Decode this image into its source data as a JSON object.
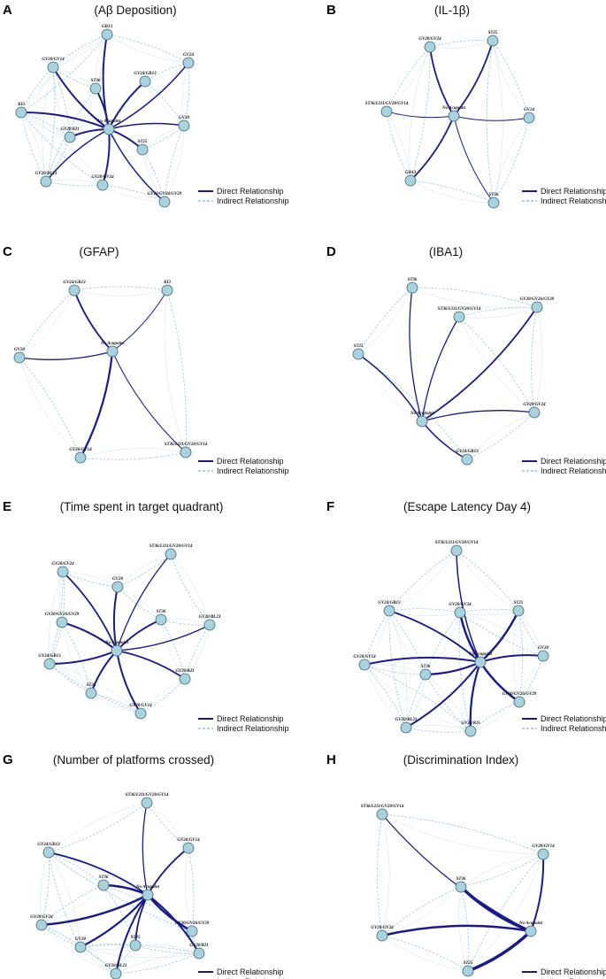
{
  "colors": {
    "direct": "#1a1a8c",
    "indirect": "#8ec3dc",
    "node_fill": "#a8d3de",
    "node_stroke": "#3d6470",
    "panel_label": "#000000"
  },
  "legend": {
    "direct": "Direct Relationship",
    "indirect": "Indirect Relationship"
  },
  "panels": [
    {
      "label": "A",
      "title": "(Aβ Deposition)",
      "nodes": [
        {
          "id": "GB13",
          "label": "GB13"
        },
        {
          "id": "GV24",
          "label": "GV24"
        },
        {
          "id": "GV20GV14",
          "label": "GV20/GV14"
        },
        {
          "id": "ST36",
          "label": "ST36"
        },
        {
          "id": "GV24GB13",
          "label": "GV24/GB13"
        },
        {
          "id": "KI3",
          "label": "KI3"
        },
        {
          "id": "NoAcu",
          "label": "No Acupoint"
        },
        {
          "id": "GV20",
          "label": "GV20"
        },
        {
          "id": "GV20KI1",
          "label": "GV20/KI1"
        },
        {
          "id": "ST25",
          "label": "ST25"
        },
        {
          "id": "GV20BL23",
          "label": "GV20/BL23"
        },
        {
          "id": "GV20GV24",
          "label": "GV20/GV24"
        },
        {
          "id": "GV20GV26GV29",
          "label": "GV20/GV26/GV29"
        }
      ],
      "direct": [
        [
          "NoAcu",
          "GB13",
          2
        ],
        [
          "NoAcu",
          "GV24",
          1.5
        ],
        [
          "NoAcu",
          "GV20GV14",
          2
        ],
        [
          "NoAcu",
          "ST36",
          2
        ],
        [
          "NoAcu",
          "GV24GB13",
          2
        ],
        [
          "NoAcu",
          "KI3",
          2
        ],
        [
          "NoAcu",
          "GV20",
          1.5
        ],
        [
          "NoAcu",
          "GV20KI1",
          2
        ],
        [
          "NoAcu",
          "ST25",
          2
        ],
        [
          "NoAcu",
          "GV20BL23",
          1.5
        ],
        [
          "NoAcu",
          "GV20GV24",
          2
        ],
        [
          "NoAcu",
          "GV20GV26GV29",
          1.5
        ]
      ],
      "indirect": [
        [
          "GB13",
          "GV24"
        ],
        [
          "GB13",
          "GV20GV14"
        ],
        [
          "GB13",
          "ST36"
        ],
        [
          "GV24",
          "GV24GB13"
        ],
        [
          "GV24",
          "GV20"
        ],
        [
          "GV20GV14",
          "KI3"
        ],
        [
          "GV20GV14",
          "GV20KI1"
        ],
        [
          "GV20GV14",
          "ST36"
        ],
        [
          "KI3",
          "GV20KI1"
        ],
        [
          "KI3",
          "GV20BL23"
        ],
        [
          "GV20KI1",
          "GV20BL23"
        ],
        [
          "GV20BL23",
          "GV20GV24"
        ],
        [
          "GV20GV24",
          "GV20GV26GV29"
        ],
        [
          "GV20",
          "GV20GV26GV29"
        ],
        [
          "ST25",
          "GV20GV26GV29"
        ],
        [
          "ST36",
          "GV20BL23"
        ],
        [
          "GV24GB13",
          "GV20"
        ],
        [
          "ST25",
          "GV20"
        ],
        [
          "GV20GV14",
          "GV20BL23"
        ],
        [
          "KI3",
          "GV20GV24"
        ],
        [
          "GB13",
          "KI3"
        ]
      ]
    },
    {
      "label": "B",
      "title": "(IL-1β)",
      "nodes": [
        {
          "id": "GV20GV24",
          "label": "GV20/GV24"
        },
        {
          "id": "ST25",
          "label": "ST25"
        },
        {
          "id": "ST36L11",
          "label": "ST36/LI11/GV20/GV14"
        },
        {
          "id": "NoAcu",
          "label": "No Acupoint"
        },
        {
          "id": "GV24",
          "label": "GV24"
        },
        {
          "id": "GB13",
          "label": "GB13"
        },
        {
          "id": "ST36",
          "label": "ST36"
        }
      ],
      "direct": [
        [
          "NoAcu",
          "GV20GV24",
          1.8
        ],
        [
          "NoAcu",
          "ST25",
          1.8
        ],
        [
          "NoAcu",
          "ST36L11",
          1
        ],
        [
          "NoAcu",
          "GV24",
          1
        ],
        [
          "NoAcu",
          "GB13",
          1.8
        ],
        [
          "NoAcu",
          "ST36",
          1
        ]
      ],
      "indirect": [
        [
          "GV20GV24",
          "ST25"
        ],
        [
          "GV20GV24",
          "ST36L11"
        ],
        [
          "ST25",
          "GV24"
        ],
        [
          "ST36L11",
          "GB13"
        ],
        [
          "GB13",
          "ST36"
        ],
        [
          "ST36",
          "GV24"
        ],
        [
          "GV20GV24",
          "GB13"
        ],
        [
          "ST25",
          "ST36"
        ]
      ]
    },
    {
      "label": "C",
      "title": "(GFAP)",
      "nodes": [
        {
          "id": "GV24GB13",
          "label": "GV24/GB13"
        },
        {
          "id": "KI3",
          "label": "KI3"
        },
        {
          "id": "NoAcu",
          "label": "No Acupoint"
        },
        {
          "id": "GV20",
          "label": "GV20"
        },
        {
          "id": "ST36L11",
          "label": "ST36/LI11/GV20/GV14"
        },
        {
          "id": "GV20GV14",
          "label": "GV20/GV14"
        }
      ],
      "direct": [
        [
          "NoAcu",
          "GV24GB13",
          1.8
        ],
        [
          "NoAcu",
          "KI3",
          1
        ],
        [
          "NoAcu",
          "GV20",
          1.3
        ],
        [
          "NoAcu",
          "ST36L11",
          1
        ],
        [
          "NoAcu",
          "GV20GV14",
          2.2
        ]
      ],
      "indirect": [
        [
          "GV24GB13",
          "KI3"
        ],
        [
          "GV24GB13",
          "GV20"
        ],
        [
          "GV20",
          "GV20GV14"
        ],
        [
          "GV20GV14",
          "ST36L11"
        ],
        [
          "KI3",
          "ST36L11"
        ]
      ]
    },
    {
      "label": "D",
      "title": "(IBA1)",
      "nodes": [
        {
          "id": "ST36",
          "label": "ST36"
        },
        {
          "id": "GV20GV26GV29",
          "label": "GV20/GV26/GV29"
        },
        {
          "id": "ST36L11",
          "label": "ST36/LI11/GV20/GV14"
        },
        {
          "id": "ST25",
          "label": "ST25"
        },
        {
          "id": "NoAcu",
          "label": "No Acupoint"
        },
        {
          "id": "GV20GV24",
          "label": "GV20/GV24"
        },
        {
          "id": "GV24GB13",
          "label": "GV24/GB13"
        }
      ],
      "direct": [
        [
          "NoAcu",
          "ST36",
          1.3
        ],
        [
          "NoAcu",
          "GV20GV26GV29",
          1.8
        ],
        [
          "NoAcu",
          "ST36L11",
          1.3
        ],
        [
          "NoAcu",
          "ST25",
          1.5
        ],
        [
          "NoAcu",
          "GV20GV24",
          1.3
        ],
        [
          "NoAcu",
          "GV24GB13",
          1.5
        ]
      ],
      "indirect": [
        [
          "ST36",
          "GV20GV26GV29"
        ],
        [
          "ST36",
          "ST25"
        ],
        [
          "ST36L11",
          "GV20GV26GV29"
        ],
        [
          "GV20GV26GV29",
          "GV20GV24"
        ],
        [
          "ST25",
          "GV24GB13"
        ],
        [
          "GV24GB13",
          "GV20GV24"
        ],
        [
          "ST36L11",
          "GV20GV24"
        ]
      ]
    },
    {
      "label": "E",
      "title": "(Time spent in target quadrant)",
      "nodes": [
        {
          "id": "ST36L11",
          "label": "ST36/LI11/GV20/GV14"
        },
        {
          "id": "GV20GV24",
          "label": "GV20/GV24"
        },
        {
          "id": "GV20",
          "label": "GV20"
        },
        {
          "id": "GV20GV26GV29",
          "label": "GV20/GV26/GV29"
        },
        {
          "id": "ST36",
          "label": "ST36"
        },
        {
          "id": "GV20BL23",
          "label": "GV20/BL23"
        },
        {
          "id": "NoAcu",
          "label": "No Acupoint"
        },
        {
          "id": "GV24GB13",
          "label": "GV24/GB13"
        },
        {
          "id": "ST25",
          "label": "ST25"
        },
        {
          "id": "GV20KI1",
          "label": "GV20/KI1"
        },
        {
          "id": "GV20GV14",
          "label": "GV20/GV14"
        }
      ],
      "direct": [
        [
          "NoAcu",
          "ST36L11",
          1.3
        ],
        [
          "NoAcu",
          "GV20GV24",
          1.8
        ],
        [
          "NoAcu",
          "GV20",
          2
        ],
        [
          "NoAcu",
          "GV20GV26GV29",
          2.2
        ],
        [
          "NoAcu",
          "ST36",
          1.8
        ],
        [
          "NoAcu",
          "GV20BL23",
          1.3
        ],
        [
          "NoAcu",
          "GV24GB13",
          2
        ],
        [
          "NoAcu",
          "ST25",
          2
        ],
        [
          "NoAcu",
          "GV20KI1",
          1.8
        ],
        [
          "NoAcu",
          "GV20GV14",
          2
        ]
      ],
      "indirect": [
        [
          "ST36L11",
          "GV20"
        ],
        [
          "ST36L11",
          "GV20BL23"
        ],
        [
          "GV20GV24",
          "GV20GV26GV29"
        ],
        [
          "GV20GV24",
          "GV20"
        ],
        [
          "GV20GV26GV29",
          "GV24GB13"
        ],
        [
          "GV24GB13",
          "ST25"
        ],
        [
          "ST25",
          "GV20GV14"
        ],
        [
          "GV20GV14",
          "GV20KI1"
        ],
        [
          "GV20KI1",
          "GV20BL23"
        ],
        [
          "ST36",
          "GV20BL23"
        ],
        [
          "GV20GV26GV29",
          "ST25"
        ],
        [
          "GV24GB13",
          "GV20GV14"
        ],
        [
          "ST36",
          "GV20KI1"
        ],
        [
          "GV20",
          "ST36"
        ],
        [
          "GV20GV24",
          "GV24GB13"
        ]
      ]
    },
    {
      "label": "F",
      "title": "(Escape Latency Day 4)",
      "nodes": [
        {
          "id": "ST36L11",
          "label": "ST36/LI11/GV20/GV14"
        },
        {
          "id": "GV24GB13",
          "label": "GV24/GB13"
        },
        {
          "id": "GV20GV24",
          "label": "GV20/GV24"
        },
        {
          "id": "ST25",
          "label": "ST25"
        },
        {
          "id": "GV20",
          "label": "GV20"
        },
        {
          "id": "NoAcu",
          "label": "No Acupoint"
        },
        {
          "id": "GV20GV14",
          "label": "GV20/GV14"
        },
        {
          "id": "ST36",
          "label": "ST36"
        },
        {
          "id": "GV20GV26GV29",
          "label": "GV20/GV26/GV29"
        },
        {
          "id": "GV20BL23",
          "label": "GV20/BL23"
        },
        {
          "id": "GV20KI1",
          "label": "GV20/KI1"
        }
      ],
      "direct": [
        [
          "NoAcu",
          "ST36L11",
          1.5
        ],
        [
          "NoAcu",
          "GV24GB13",
          1.8
        ],
        [
          "NoAcu",
          "GV20GV24",
          2.5
        ],
        [
          "NoAcu",
          "ST25",
          2.5
        ],
        [
          "NoAcu",
          "GV20",
          2
        ],
        [
          "NoAcu",
          "GV20GV14",
          2
        ],
        [
          "NoAcu",
          "ST36",
          2.2
        ],
        [
          "NoAcu",
          "GV20GV26GV29",
          2.5
        ],
        [
          "NoAcu",
          "GV20BL23",
          2
        ],
        [
          "NoAcu",
          "GV20KI1",
          2.2
        ]
      ],
      "indirect": [
        [
          "GV24GB13",
          "GV20GV24"
        ],
        [
          "GV24GB13",
          "GV20GV14"
        ],
        [
          "GV20GV14",
          "GV20BL23"
        ],
        [
          "GV20BL23",
          "GV20KI1"
        ],
        [
          "GV20KI1",
          "GV20GV26GV29"
        ],
        [
          "GV20GV26GV29",
          "GV20"
        ],
        [
          "GV20",
          "ST25"
        ],
        [
          "ST25",
          "GV20GV24"
        ],
        [
          "ST36",
          "GV20GV24"
        ],
        [
          "ST36",
          "GV20KI1"
        ],
        [
          "ST36L11",
          "ST25"
        ],
        [
          "ST36L11",
          "GV24GB13"
        ],
        [
          "GV24GB13",
          "ST36"
        ],
        [
          "GV20GV14",
          "ST36"
        ],
        [
          "GV20BL23",
          "ST36"
        ],
        [
          "GV20GV24",
          "GV20"
        ],
        [
          "ST25",
          "GV20GV26GV29"
        ],
        [
          "GV24GB13",
          "GV20BL23"
        ],
        [
          "GV20GV14",
          "GV20KI1"
        ],
        [
          "GV20GV24",
          "GV20KI1"
        ]
      ]
    },
    {
      "label": "G",
      "title": "(Number of platforms crossed)",
      "nodes": [
        {
          "id": "ST36L11",
          "label": "ST36/LI11/GV20/GV14"
        },
        {
          "id": "GV24GB13",
          "label": "GV24/GB13"
        },
        {
          "id": "GV20GV14",
          "label": "GV20/GV14"
        },
        {
          "id": "ST36",
          "label": "ST36"
        },
        {
          "id": "NoAcu",
          "label": "No Acupoint"
        },
        {
          "id": "GV20GV24",
          "label": "GV20/GV24"
        },
        {
          "id": "GV20GV26GV29",
          "label": "GV20/GV26/GV29"
        },
        {
          "id": "GV20",
          "label": "GV20"
        },
        {
          "id": "ST25",
          "label": "ST25"
        },
        {
          "id": "GV20KI1",
          "label": "GV20/KI1"
        },
        {
          "id": "GV20BL23",
          "label": "GV20/BL23"
        }
      ],
      "direct": [
        [
          "NoAcu",
          "ST36L11",
          1.3
        ],
        [
          "NoAcu",
          "GV24GB13",
          1.8
        ],
        [
          "NoAcu",
          "GV20GV14",
          1.8
        ],
        [
          "NoAcu",
          "ST36",
          2.5
        ],
        [
          "NoAcu",
          "GV20GV24",
          2.5
        ],
        [
          "NoAcu",
          "GV20GV26GV29",
          2.5
        ],
        [
          "NoAcu",
          "GV20",
          2.2
        ],
        [
          "NoAcu",
          "ST25",
          1.8
        ],
        [
          "NoAcu",
          "GV20KI1",
          2
        ],
        [
          "NoAcu",
          "GV20BL23",
          2
        ]
      ],
      "indirect": [
        [
          "GV24GB13",
          "GV20GV24"
        ],
        [
          "GV20GV24",
          "GV20"
        ],
        [
          "GV20",
          "GV20BL23"
        ],
        [
          "GV20BL23",
          "GV20KI1"
        ],
        [
          "GV20KI1",
          "GV20GV26GV29"
        ],
        [
          "GV20GV26GV29",
          "GV20GV14"
        ],
        [
          "GV24GB13",
          "ST36"
        ],
        [
          "ST36",
          "GV20GV24"
        ],
        [
          "ST36",
          "ST25"
        ],
        [
          "ST25",
          "GV20BL23"
        ],
        [
          "GV20",
          "ST25"
        ],
        [
          "GV24GB13",
          "GV20"
        ],
        [
          "ST36L11",
          "GV24GB13"
        ],
        [
          "ST36L11",
          "GV20GV14"
        ],
        [
          "GV20GV24",
          "GV20BL23"
        ],
        [
          "ST25",
          "GV20KI1"
        ],
        [
          "GV20",
          "GV20KI1"
        ],
        [
          "GV24GB13",
          "GV20GV26GV29"
        ],
        [
          "ST36",
          "GV20GV26GV29"
        ]
      ]
    },
    {
      "label": "H",
      "title": "(Discrimination Index)",
      "nodes": [
        {
          "id": "ST36L11",
          "label": "ST36/LI11/GV20/GV14"
        },
        {
          "id": "GV20GV14",
          "label": "GV20/GV14"
        },
        {
          "id": "ST36",
          "label": "ST36"
        },
        {
          "id": "NoAcu",
          "label": "No Acupoint"
        },
        {
          "id": "GV20GV24",
          "label": "GV20/GV24"
        },
        {
          "id": "ST25",
          "label": "ST25"
        }
      ],
      "direct": [
        [
          "NoAcu",
          "ST36L11",
          1.3
        ],
        [
          "NoAcu",
          "GV20GV14",
          2
        ],
        [
          "NoAcu",
          "ST36",
          3.5
        ],
        [
          "NoAcu",
          "GV20GV24",
          2.5
        ],
        [
          "NoAcu",
          "ST25",
          3.5
        ]
      ],
      "indirect": [
        [
          "ST36L11",
          "GV20GV14"
        ],
        [
          "ST36L11",
          "GV20GV24"
        ],
        [
          "GV20GV24",
          "ST25"
        ],
        [
          "ST36",
          "GV20GV24"
        ],
        [
          "ST36",
          "ST25"
        ],
        [
          "ST36",
          "GV20GV14"
        ],
        [
          "ST25",
          "GV20GV14"
        ]
      ]
    }
  ]
}
